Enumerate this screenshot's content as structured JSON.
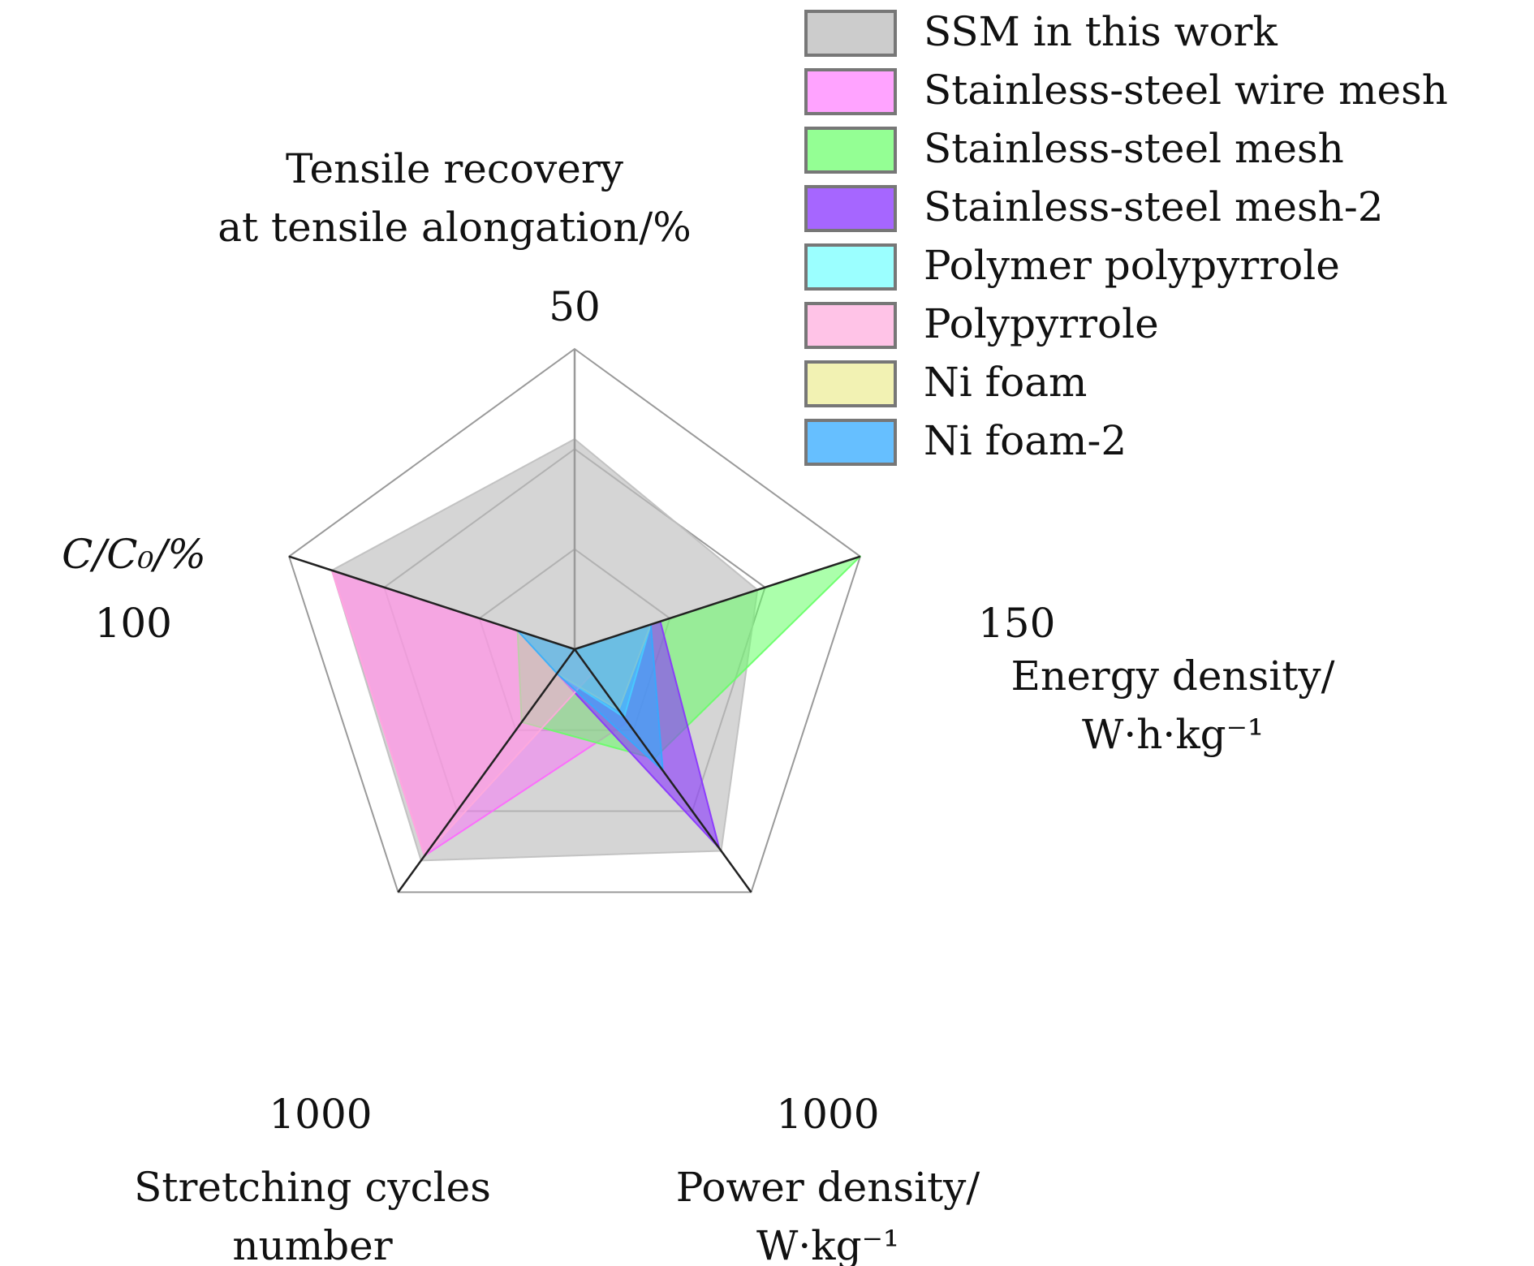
{
  "chart_data": {
    "type": "radar",
    "axes": [
      {
        "name": "tensile",
        "label_lines": [
          "Tensile recovery",
          "at tensile alongation/%"
        ],
        "max": 50,
        "max_label": "50"
      },
      {
        "name": "energy",
        "label_lines": [
          "Energy density/",
          "W·h·kg⁻¹"
        ],
        "max": 150,
        "max_label": "150"
      },
      {
        "name": "power",
        "label_lines": [
          "Power density/",
          "W·kg⁻¹"
        ],
        "max": 1000,
        "max_label": "1000"
      },
      {
        "name": "cycles",
        "label_lines": [
          "Stretching cycles",
          "number"
        ],
        "max": 1000,
        "max_label": "1000"
      },
      {
        "name": "capacitance",
        "label_lines": [
          "C/C₀/%"
        ],
        "max": 100,
        "max_label": "100"
      }
    ],
    "rings": 3,
    "series": [
      {
        "name": "SSM in this work",
        "color": "#bfbfbf",
        "opacity": 0.65,
        "values": [
          35,
          96,
          830,
          870,
          85
        ]
      },
      {
        "name": "Stainless-steel wire mesh",
        "color": "#ff66ff",
        "opacity": 0.45,
        "values": [
          0,
          0,
          300,
          850,
          85
        ]
      },
      {
        "name": "Stainless-steel mesh",
        "color": "#66ff66",
        "opacity": 0.55,
        "values": [
          0,
          150,
          450,
          300,
          20
        ]
      },
      {
        "name": "Stainless-steel mesh-2",
        "color": "#8833ff",
        "opacity": 0.6,
        "values": [
          0,
          45,
          820,
          100,
          20
        ]
      },
      {
        "name": "Polymer polypyrrole",
        "color": "#66ffff",
        "opacity": 0.5,
        "values": [
          0,
          40,
          280,
          100,
          20
        ]
      },
      {
        "name": "Polypyrrole",
        "color": "#ffaadd",
        "opacity": 0.55,
        "values": [
          0,
          0,
          100,
          850,
          85
        ]
      },
      {
        "name": "Ni foam",
        "color": "#eeee99",
        "opacity": 0.6,
        "values": [
          0,
          40,
          250,
          100,
          20
        ]
      },
      {
        "name": "Ni foam-2",
        "color": "#33aaff",
        "opacity": 0.6,
        "values": [
          0,
          40,
          500,
          100,
          20
        ]
      }
    ]
  }
}
